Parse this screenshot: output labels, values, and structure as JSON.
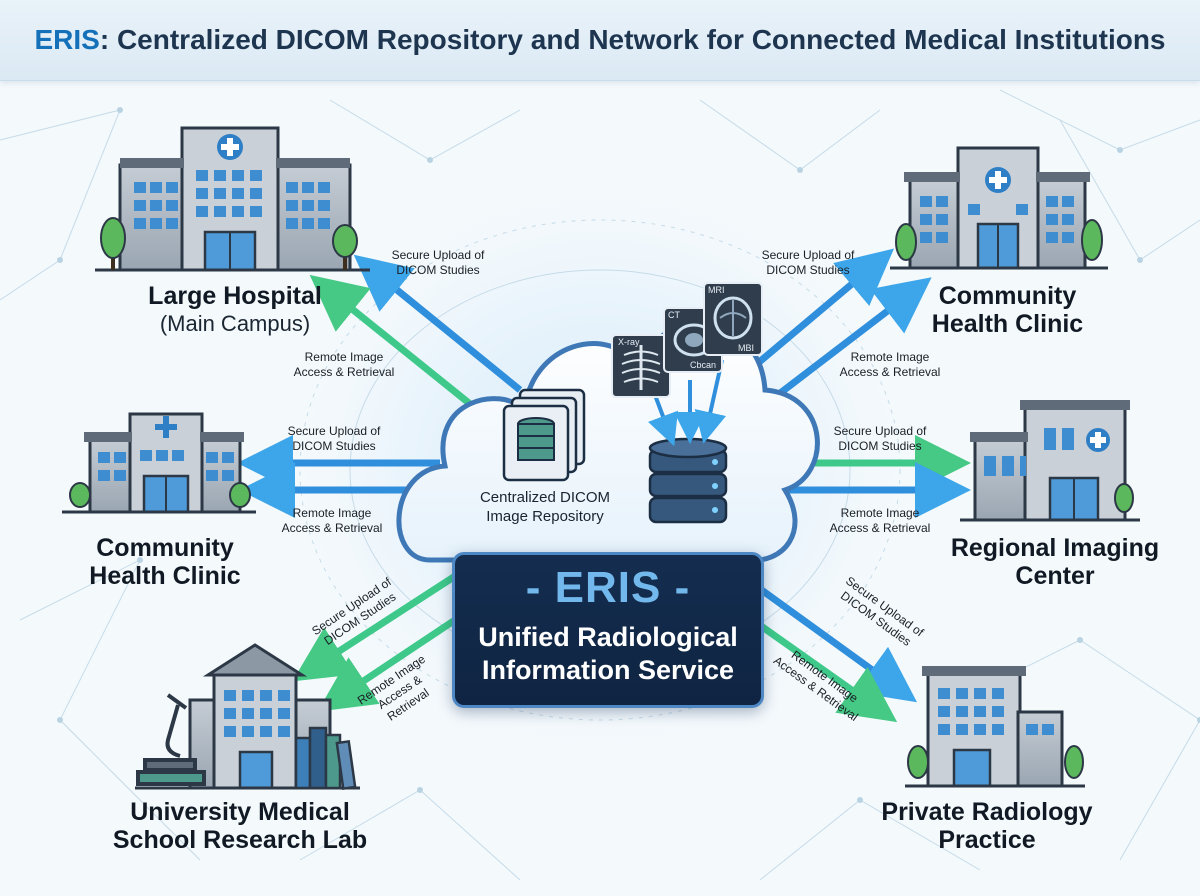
{
  "header": {
    "title_acronym": "ERIS",
    "title_rest": ": Centralized DICOM Repository and Network for Connected Medical Institutions"
  },
  "hub": {
    "repository_label": "Centralized DICOM Image Repository",
    "acronym": "- ERIS -",
    "full_name": "Unified Radiological Information Service",
    "image_tags": [
      "X-ray",
      "CT",
      "Cbcan",
      "MRI",
      "MBI"
    ]
  },
  "sites": [
    {
      "id": "large-hospital",
      "name": "Large Hospital",
      "subtitle": "(Main Campus)"
    },
    {
      "id": "community-clinic-left",
      "name": "Community Health Clinic",
      "subtitle": ""
    },
    {
      "id": "university-lab",
      "name": "University Medical School Research Lab",
      "subtitle": ""
    },
    {
      "id": "community-clinic-right",
      "name": "Community Health Clinic",
      "subtitle": ""
    },
    {
      "id": "regional-imaging",
      "name": "Regional Imaging Center",
      "subtitle": ""
    },
    {
      "id": "private-radiology",
      "name": "Private Radiology Practice",
      "subtitle": ""
    }
  ],
  "site_name_lines": {
    "large_hospital": [
      "Large Hospital"
    ],
    "community_left": [
      "Community",
      "Health Clinic"
    ],
    "university": [
      "University Medical",
      "School Research Lab"
    ],
    "community_right": [
      "Community",
      "Health Clinic"
    ],
    "regional": [
      "Regional Imaging",
      "Center"
    ],
    "private": [
      "Private Radiology",
      "Practice"
    ]
  },
  "flows": {
    "upload": "Secure Upload of DICOM Studies",
    "access": "Remote Image Access & Retrieval",
    "upload_lines": [
      "Secure Upload of",
      "DICOM Studies"
    ],
    "access_lines": [
      "Remote Image",
      "Access & Retrieval"
    ],
    "access_lines_3": [
      "Remote Image",
      "Access &",
      "Retrieval"
    ]
  },
  "colors": {
    "accent_blue": "#1470b8",
    "upload_arrow": "#2f8fdc",
    "access_arrow": "#3ec98a",
    "hub_box": "#142d4f",
    "building": "#9aa6b2"
  }
}
